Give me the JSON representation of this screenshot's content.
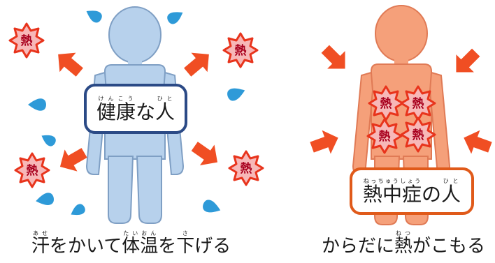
{
  "healthy_label": {
    "base_1": "健康",
    "ruby_1": "けんこう",
    "mid": "な",
    "base_2": "人",
    "ruby_2": "ひと"
  },
  "heatstroke_label": {
    "base_1": "熱中症",
    "ruby_1": "ねっちゅうしょう",
    "mid": "の",
    "base_2": "人",
    "ruby_2": "ひと"
  },
  "caption_left": {
    "base_1": "汗",
    "ruby_1": "あせ",
    "seg_1": "をかいて",
    "base_2": "体温",
    "ruby_2": "たいおん",
    "seg_2": "を",
    "base_3": "下",
    "ruby_3": "さ",
    "seg_3": "げる"
  },
  "caption_right": {
    "seg_1": "からだに",
    "base_1": "熱",
    "ruby_1": "ねつ",
    "seg_2": "がこもる"
  },
  "heat_symbol_text": "熱",
  "colors": {
    "healthy_body": "#b7d1ec",
    "healthy_outline": "#7f9fc4",
    "heatstroke_body": "#f5a07a",
    "heatstroke_outline": "#e07a55",
    "heat_burst_fill": "#f7b8b8",
    "heat_burst_stroke": "#e8341c",
    "heat_text": "#a8001e",
    "arrow": "#f04e23",
    "sweat": "#2e9ad8",
    "healthy_box_border": "#2b4a86",
    "heatstroke_box_border": "#e05a1a"
  },
  "icons": [
    "healthy-person",
    "heatstroke-person",
    "heat-burst-icon",
    "outward-arrow-icon",
    "inward-arrow-icon",
    "sweat-drop-icon"
  ]
}
